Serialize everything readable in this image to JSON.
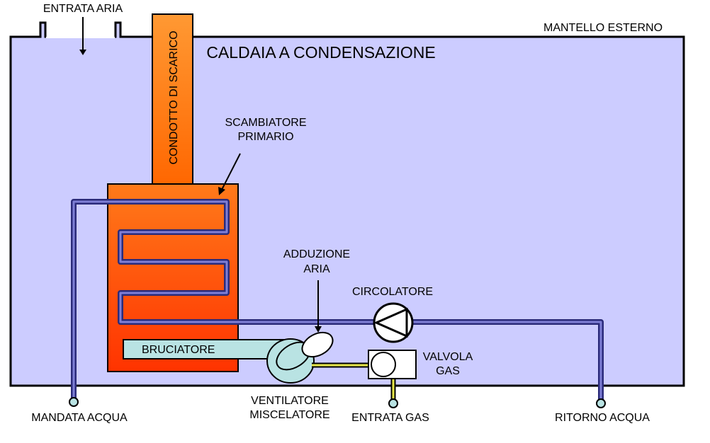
{
  "diagram": {
    "title": "CALDAIA A CONDENSAZIONE",
    "labels": {
      "entrata_aria": "ENTRATA ARIA",
      "mantello_esterno": "MANTELLO ESTERNO",
      "condotto_di_scarico": "CONDOTTO DI SCARICO",
      "scambiatore_primario_line1": "SCAMBIATORE",
      "scambiatore_primario_line2": "PRIMARIO",
      "adduzione_aria_line1": "ADDUZIONE",
      "adduzione_aria_line2": "ARIA",
      "circolatore": "CIRCOLATORE",
      "valvola_gas_line1": "VALVOLA",
      "valvola_gas_line2": "GAS",
      "bruciatore": "BRUCIATORE",
      "ventilatore_miscelatore_line1": "VENTILATORE",
      "ventilatore_miscelatore_line2": "MISCELATORE",
      "mandata_acqua": "MANDATA ACQUA",
      "entrata_gas": "ENTRATA GAS",
      "ritorno_acqua": "RITORNO ACQUA"
    },
    "colors": {
      "casing_fill": "#ccccff",
      "outline": "#000000",
      "exchanger_top": "#ff7a1a",
      "exchanger_bottom": "#ff3300",
      "flue_top": "#ff9933",
      "flue_bottom": "#ff6600",
      "water_pipe": "#2b2b7a",
      "water_pipe_inner": "#7f7fd6",
      "burner_fill": "#b9e3e3",
      "fan_fill": "#b9e3e3",
      "gas_pipe": "#e8e84a",
      "valve_fill": "#ffffff",
      "connector_fill": "#b9e3e3"
    }
  }
}
